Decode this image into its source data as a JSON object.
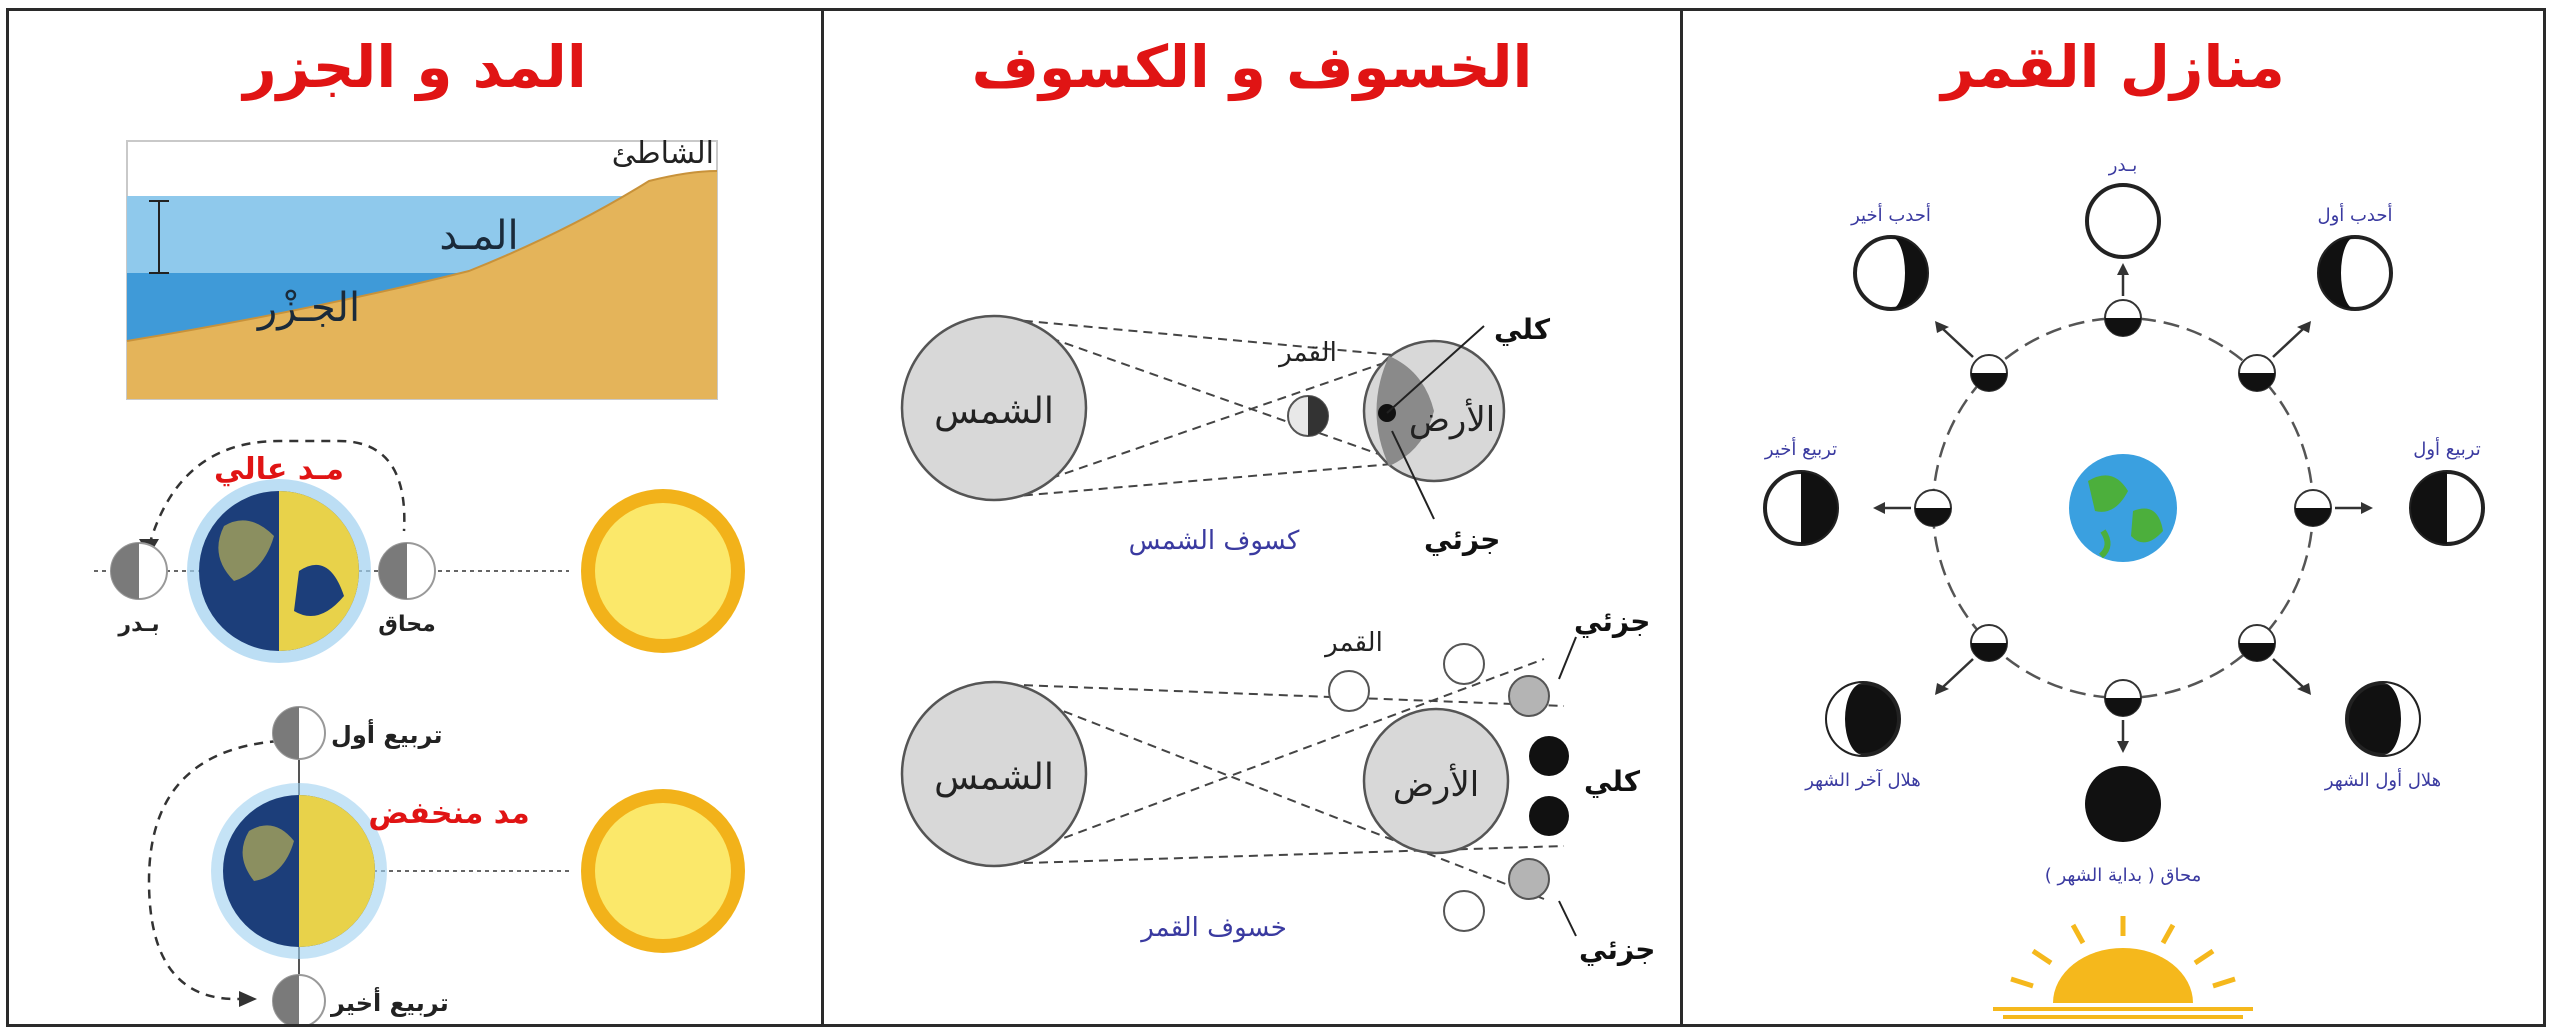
{
  "panels": {
    "tides": {
      "title": "المد و الجزر",
      "beach_label": "الشاطئ",
      "high_tide_label": "المـد",
      "low_tide_label": "الجـزْر",
      "high_tide_caption": "مـد عالي",
      "low_tide_caption": "مد منخفض",
      "full_moon_label": "بـدر",
      "new_moon_label": "محاق",
      "first_quarter_label": "تربيع أول",
      "last_quarter_label": "تربيع أخير"
    },
    "eclipses": {
      "title": "الخسوف و الكسوف",
      "sun_label_1": "الشمس",
      "moon_label_1": "القمر",
      "earth_label_1": "الأرض",
      "total_label_1": "كلي",
      "partial_label_1": "جزئي",
      "solar_eclipse_caption": "كسوف الشمس",
      "sun_label_2": "الشمس",
      "moon_label_2": "القمر",
      "earth_label_2": "الأرض",
      "partial_label_2a": "جزئي",
      "total_label_2": "كلي",
      "partial_label_2b": "جزئي",
      "lunar_eclipse_caption": "خسوف القمر"
    },
    "moon_phases": {
      "title": "منازل القمر",
      "full_moon": "بـدر",
      "waning_gibbous": "أحدب أخير",
      "waxing_gibbous": "أحدب أول",
      "last_quarter": "تربيع أخير",
      "first_quarter": "تربيع أول",
      "waning_crescent": "هلال آخر الشهر",
      "waxing_crescent": "هلال أول الشهر",
      "new_moon": "محاق ( بداية الشهر )"
    }
  },
  "colors": {
    "title_red": "#e01414",
    "caption_blue": "#3a3aa0",
    "water_light": "#8fc9ec",
    "water_dark": "#3f9ad8",
    "sand": "#e4b45a",
    "sun_fill": "#fbe86a",
    "sun_ring": "#f2b21a"
  },
  "icons": [
    "sun-icon",
    "earth-icon",
    "moon-icon",
    "sunrise-icon"
  ]
}
